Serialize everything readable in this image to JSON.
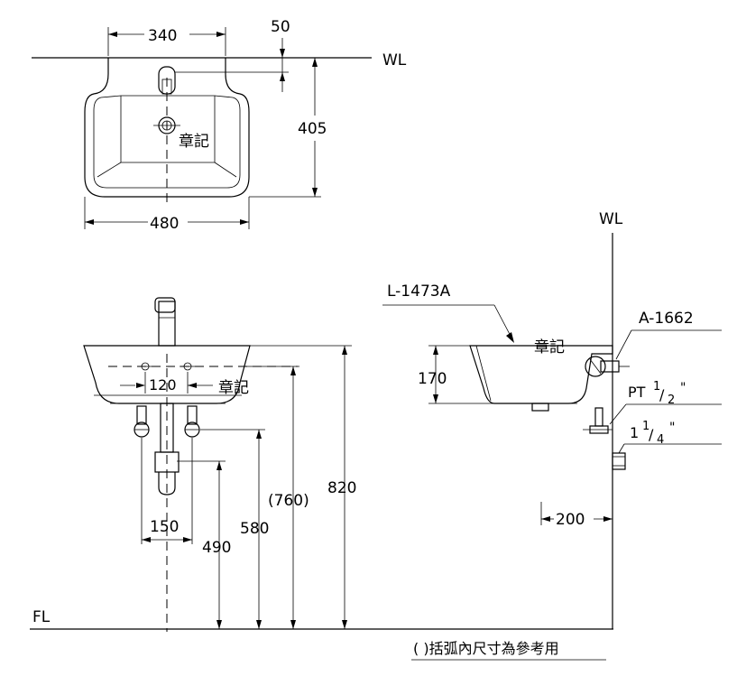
{
  "labels": {
    "wl_top": "WL",
    "wl_side": "WL",
    "fl": "FL",
    "model_basin": "L-1473A",
    "model_fixture": "A-1662",
    "pt_prefix": "PT",
    "pt_num": "1",
    "pt_den": "2",
    "pt_quote": "\"",
    "trap_whole": "1",
    "trap_num": "1",
    "trap_den": "4",
    "trap_quote": "\"",
    "stamp_top": "章記",
    "stamp_front": "章記",
    "stamp_side": "章記",
    "note": "( )括弧內尺寸為參考用"
  },
  "dimensions": {
    "d340": "340",
    "d50": "50",
    "d405": "405",
    "d480": "480",
    "d120": "120",
    "d150": "150",
    "d490": "490",
    "d580": "580",
    "d760": "(760)",
    "d820": "820",
    "d170": "170",
    "d200": "200"
  }
}
